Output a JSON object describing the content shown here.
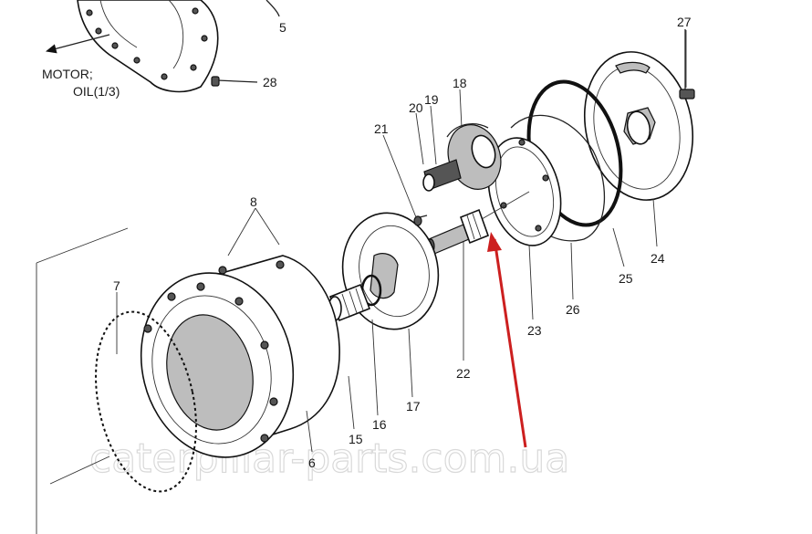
{
  "notes": {
    "motor_line1": "MOTOR;",
    "motor_line2": "OIL(1/3)"
  },
  "callouts": [
    "5",
    "28",
    "27",
    "18",
    "19",
    "20",
    "21",
    "8",
    "7",
    "6",
    "15",
    "16",
    "17",
    "22",
    "23",
    "26",
    "25",
    "24"
  ],
  "watermark": "caterpillar-parts.com.ua",
  "colors": {
    "line": "#111111",
    "arrow": "#cc1f1f",
    "watermark": "#d9d9d9"
  }
}
